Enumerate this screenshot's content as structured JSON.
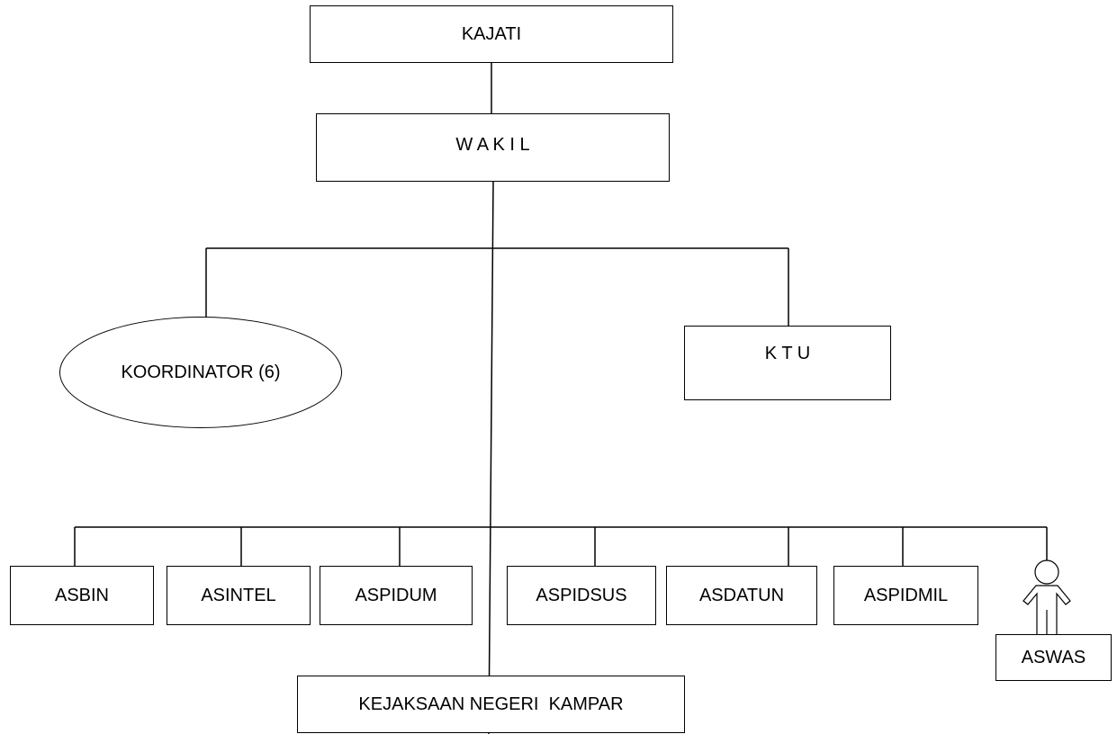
{
  "top": {
    "kajati": "KAJATI",
    "wakil": "W A K I L"
  },
  "side": {
    "koordinator": "KOORDINATOR (6)",
    "ktu": "K T U"
  },
  "assistants": [
    "ASBIN",
    "ASINTEL",
    "ASPIDUM",
    "ASPIDSUS",
    "ASDATUN",
    "ASPIDMIL",
    "ASWAS"
  ],
  "bottom": {
    "kejari": "KEJAKSAAN NEGERI  KAMPAR"
  },
  "icons": {
    "person": "person-icon"
  }
}
